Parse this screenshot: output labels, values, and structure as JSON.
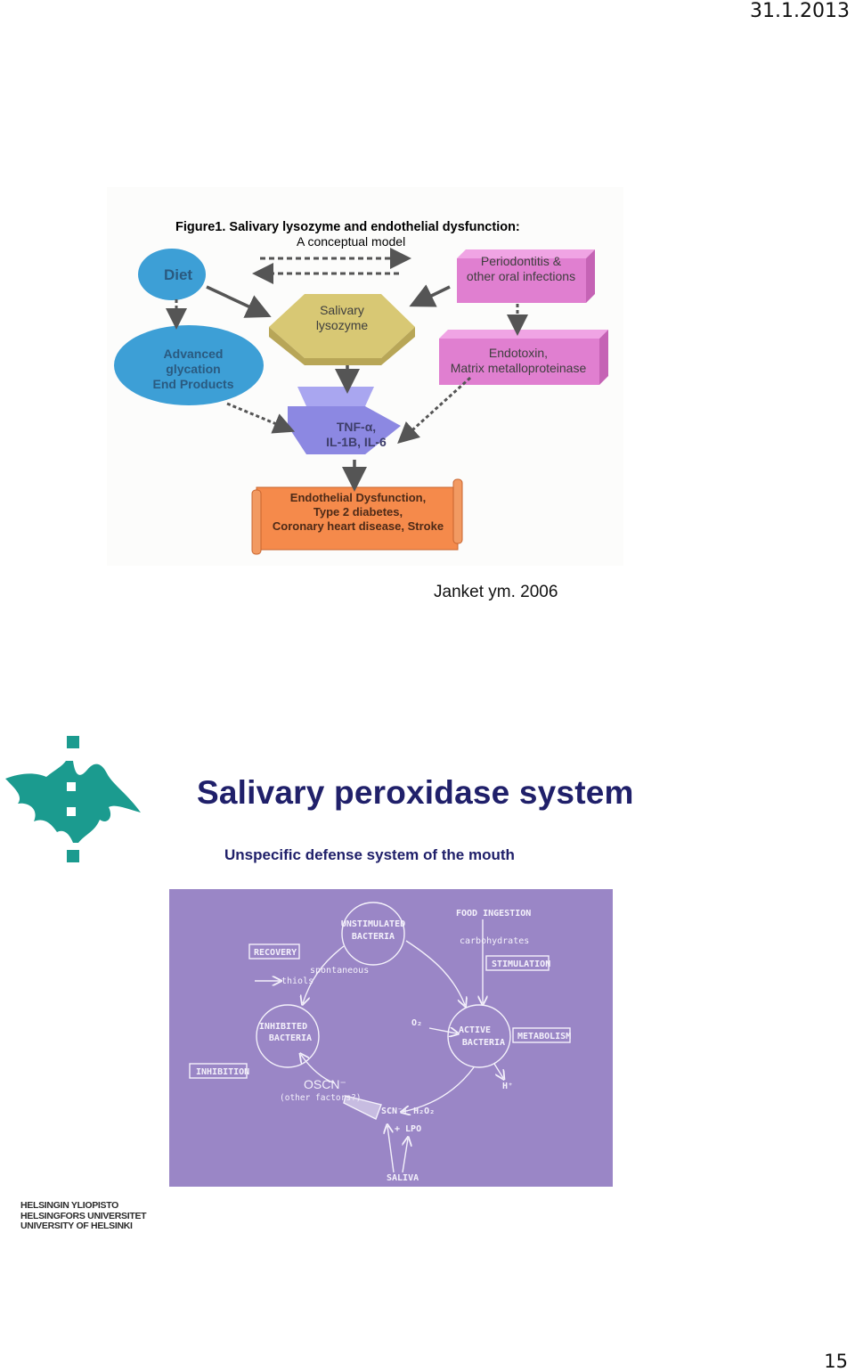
{
  "header": {
    "date": "31.1.2013"
  },
  "figure1": {
    "title": "Figure1.  Salivary lysozyme and endothelial dysfunction:",
    "subtitle": "A conceptual model",
    "nodes": {
      "diet": "Diet",
      "age": [
        "Advanced",
        "glycation",
        "End Products"
      ],
      "lysozyme": [
        "Salivary",
        "lysozyme"
      ],
      "perio": [
        "Periodontitis &",
        "other oral infections"
      ],
      "endotoxin": [
        "Endotoxin,",
        "Matrix metalloproteinase"
      ],
      "cytokines": [
        "TNF-α,",
        "IL-1B, IL-6"
      ],
      "outcome": [
        "Endothelial Dysfunction,",
        "Type 2 diabetes,",
        "Coronary heart disease, Stroke"
      ]
    },
    "colors": {
      "diet": "#3d9fd6",
      "lysozyme": "#d8c874",
      "perio": "#e07fd0",
      "cytokines": "#8c88e2",
      "outcome": "#f58a4b"
    }
  },
  "citation": "Janket ym. 2006",
  "slide2": {
    "title": "Salivary peroxidase system",
    "subtitle": "Unspecific defense system of the mouth",
    "diagram": {
      "unstimulated": [
        "UNSTIMULATED",
        "BACTERIA"
      ],
      "active": [
        "ACTIVE",
        "BACTERIA"
      ],
      "inhibited": [
        "INHIBITED",
        "BACTERIA"
      ],
      "food_ingestion": "FOOD  INGESTION",
      "carbohydrates": "carbohydrates",
      "stimulation": "STIMULATION",
      "recovery": "RECOVERY",
      "thiols": "thiols",
      "spontaneous": "spontaneous",
      "o2": "O₂",
      "metabolism": "METABOLISM",
      "inhibition": "INHIBITION",
      "hplus": "H⁺",
      "oscn": "OSCN⁻",
      "other_factors": "(other factors?)",
      "scn": "SCN⁻+ H₂O₂",
      "lpo": "+ LPO",
      "saliva": "SALIVA"
    }
  },
  "footer": {
    "university_lines": [
      "HELSINGIN YLIOPISTO",
      "HELSINGFORS UNIVERSITET",
      "UNIVERSITY OF HELSINKI"
    ],
    "page_number": "15"
  }
}
